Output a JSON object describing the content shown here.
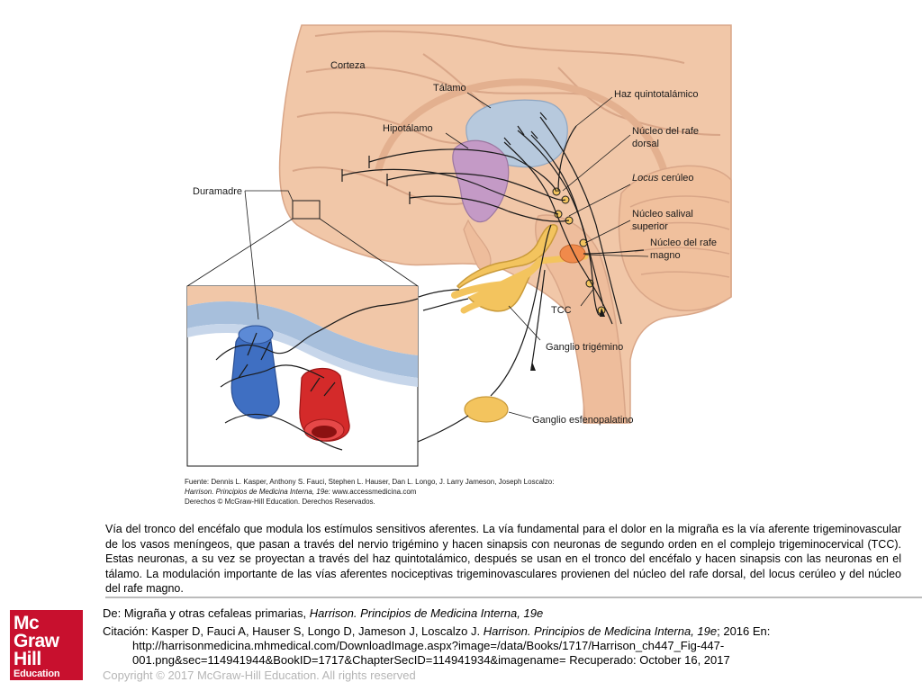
{
  "figure": {
    "labels": {
      "corteza": "Corteza",
      "talamo": "Tálamo",
      "haz": "Haz quintotalámico",
      "hipotalamo": "Hipotálamo",
      "rafe_dorsal_1": "Núcleo del rafe",
      "rafe_dorsal_2": "dorsal",
      "locus_it": "Locus",
      "locus_rest": " cerúleo",
      "duramadre": "Duramadre",
      "salival_1": "Núcleo salival",
      "salival_2": "superior",
      "rafe_magno_1": "Núcleo del rafe",
      "rafe_magno_2": "magno",
      "tcc": "TCC",
      "ganglio_trigemino": "Ganglio trigémino",
      "ganglio_esfeno": "Ganglio esfenopalatino"
    },
    "source": {
      "line1": "Fuente: Dennis L. Kasper, Anthony S. Fauci, Stephen L. Hauser, Dan L. Longo, J. Larry Jameson, Joseph Loscalzo:",
      "line2_title": "Harrison. Principios de Medicina Interna, 19e:",
      "line2_rest": " www.accessmedicina.com",
      "line3": "Derechos © McGraw-Hill Education. Derechos Reservados."
    },
    "colors": {
      "brain": "#f1c7a8",
      "thalamus": "#b7c9dd",
      "hypothalamus": "#c49ac6",
      "ganglion": "#f3c45e",
      "vein": "#3f6fc2",
      "artery": "#d42a2a",
      "dura": "#a7bfdc",
      "nucleus": "#f3c45e",
      "rafe_magno": "#f08a4b"
    }
  },
  "caption": "Vía del tronco del encéfalo que modula los estímulos sensitivos aferentes. La vía fundamental para el dolor en la migraña es la vía aferente trigeminovascular de los vasos meníngeos, que pasan a través del nervio trigémino y hacen sinapsis con neuronas de segundo orden en el complejo trigeminocervical (TCC). Estas neuronas, a su vez se proyectan a través del haz quintotalámico, después se usan en el tronco del encéfalo y hacen sinapsis con las neuronas en el tálamo. La modulación importante de las vías aferentes nociceptivas trigeminovasculares provienen del núcleo del rafe dorsal, del locus cerúleo y del núcleo del rafe magno.",
  "footer": {
    "from_prefix": "De: Migraña y otras cefaleas primarias, ",
    "from_title": "Harrison. Principios de Medicina Interna, 19e",
    "citation_prefix": "Citación: Kasper D, Fauci A, Hauser S, Longo D, Jameson J, Loscalzo J. ",
    "citation_title": "Harrison. Principios de Medicina Interna, 19e",
    "citation_suffix": "; 2016 En:",
    "url1": "http://harrisonmedicina.mhmedical.com/DownloadImage.aspx?image=/data/Books/1717/Harrison_ch447_Fig-447-",
    "url2": "001.png&sec=114941944&BookID=1717&ChapterSecID=114941934&imagename= Recuperado: October 16, 2017",
    "copyright": "Copyright © 2017 McGraw-Hill Education. All rights reserved"
  },
  "logo": {
    "line1": "Mc",
    "line2": "Graw",
    "line3": "Hill",
    "line4": "Education"
  }
}
